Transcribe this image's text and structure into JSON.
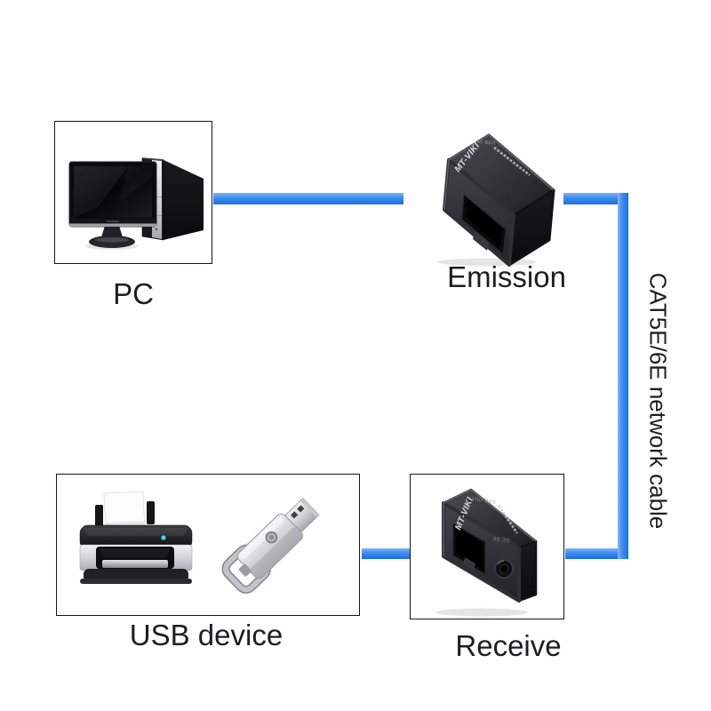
{
  "page": {
    "background": "#ffffff"
  },
  "cable": {
    "label": "CAT5E/6E network cable",
    "color_light": "#85b5f4",
    "color_main": "#3f8df0",
    "color_dark": "#1c6fe0"
  },
  "nodes": {
    "pc": {
      "label": "PC"
    },
    "emission": {
      "label": "Emission",
      "brand": "MT-VIKI",
      "top_label": "USB IN"
    },
    "usb_device": {
      "label": "USB device"
    },
    "receive": {
      "label": "Receive",
      "brand": "MT-VIKI",
      "top_label": "USB OUT",
      "power_label": "DC 5V"
    }
  }
}
